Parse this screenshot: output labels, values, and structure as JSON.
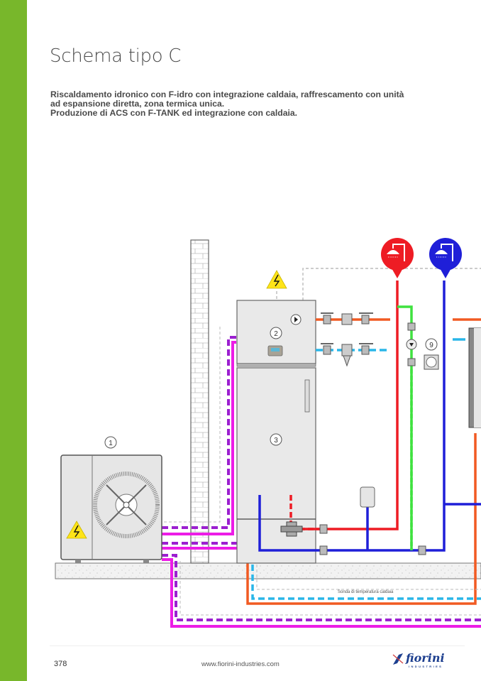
{
  "page": {
    "title": "Schema tipo C",
    "description": [
      "Riscaldamento idronico con F-idro con integrazione caldaia, raffrescamento con unità",
      "ad espansione diretta, zona termica unica.",
      "Produzione di ACS con F-TANK ed integrazione con caldaia."
    ],
    "page_number": "378",
    "website": "www.fiorini-industries.com",
    "brand": {
      "name": "fiorini",
      "sub": "INDUSTRIES"
    },
    "accent_color": "#78b72b"
  },
  "diagram": {
    "component_labels": [
      "1",
      "2",
      "3",
      "9"
    ],
    "annotation": "Sonda di temperatura caldaia",
    "icons": [
      "hot-water-shower-icon",
      "cold-water-shower-icon",
      "electrical-hazard-icon"
    ],
    "pipe_colors": {
      "hot_supply": "#ee1c24",
      "cold_supply": "#1f1fd8",
      "heating_flow": "#f15a22",
      "heating_return": "#29b6e8",
      "refrigerant_gas": "#9b1fd0",
      "refrigerant_liquid": "#ec1ce6",
      "recirculation": "#3fe23f"
    }
  }
}
